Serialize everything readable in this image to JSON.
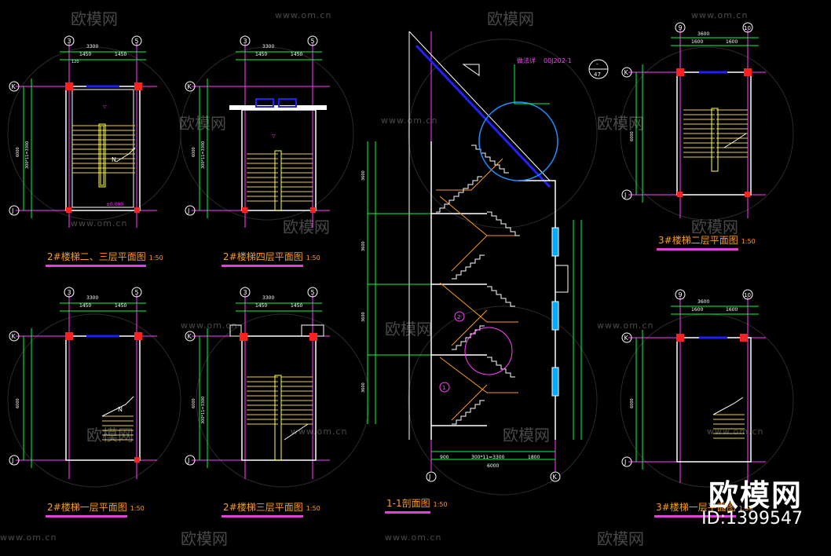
{
  "drawings": [
    {
      "id": "p1",
      "title": "2#楼梯二、三层平面图",
      "scale": "1:50"
    },
    {
      "id": "p2",
      "title": "2#楼梯四层平面图",
      "scale": "1:50"
    },
    {
      "id": "p3",
      "title": "3#楼梯二层平面图",
      "scale": "1:50"
    },
    {
      "id": "p4",
      "title": "2#楼梯一层平面图",
      "scale": "1:50"
    },
    {
      "id": "p5",
      "title": "2#楼梯三层平面图",
      "scale": "1:50"
    },
    {
      "id": "sec",
      "title": "1-1剖面图",
      "scale": "1:50"
    },
    {
      "id": "p6",
      "title": "3#楼梯一层平面图",
      "scale": "1:50"
    }
  ],
  "grid_labels": {
    "a": "3",
    "b": "5",
    "c": "9",
    "d": "10",
    "k": "K",
    "j": "J"
  },
  "dims": {
    "total_w": "3300",
    "half_w": "1450",
    "end_w": "120",
    "total_w3": "3600",
    "half_w3": "1600",
    "total_h": "6000",
    "flight": "300*11=3300",
    "sec_width": "6000",
    "sec_left": "900",
    "sec_mid": "300*11=3300",
    "sec_right": "1800",
    "floor_h": "3600",
    "section_ref": "00J202-1",
    "detail_no": "-",
    "detail_sheet": "47",
    "detail_label": "做法详"
  },
  "markers": {
    "sec1": "1",
    "sec2": "2"
  },
  "watermark": {
    "logo": "欧模网",
    "url": "www.om.cn"
  },
  "brand": {
    "name": "欧模网",
    "id": "ID:1399547"
  }
}
